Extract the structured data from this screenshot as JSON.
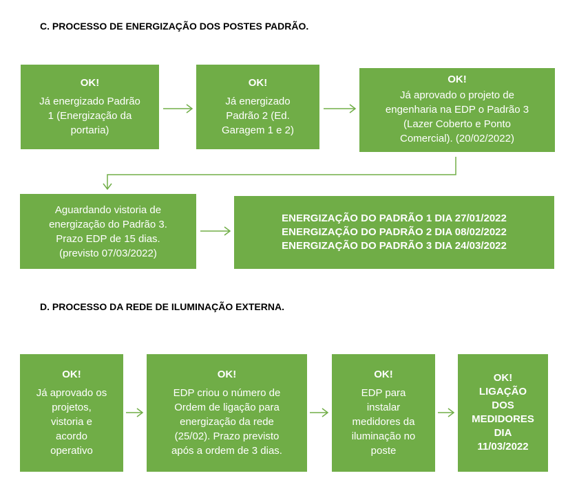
{
  "section_c": {
    "heading": "C.   PROCESSO DE ENERGIZAÇÃO DOS POSTES PADRÃO.",
    "box1": {
      "status": "OK!",
      "text": "Já energizado Padrão\n1 (Energização da\nportaria)"
    },
    "box2": {
      "status": "OK!",
      "text": "Já energizado\nPadrão 2 (Ed.\nGaragem 1 e 2)"
    },
    "box3": {
      "status": "OK!",
      "text": "Já aprovado o projeto de\nengenharia na EDP o Padrão 3\n(Lazer Coberto e Ponto\nComercial). (20/02/2022)"
    },
    "box4": {
      "text": "Aguardando vistoria de\nenergização do Padrão 3.\nPrazo EDP de 15 dias.\n(previsto 07/03/2022)"
    },
    "box5": {
      "text": "ENERGIZAÇÃO DO PADRÃO 1 DIA 27/01/2022\nENERGIZAÇÃO DO PADRÃO 2 DIA 08/02/2022\nENERGIZAÇÃO DO PADRÃO 3 DIA 24/03/2022"
    }
  },
  "section_d": {
    "heading": "D.   PROCESSO DA REDE DE ILUMINAÇÃO EXTERNA.",
    "box1": {
      "status": "OK!",
      "text": "Já aprovado os\nprojetos,\nvistoria e\nacordo\noperativo"
    },
    "box2": {
      "status": "OK!",
      "text": "EDP criou o número de\nOrdem de ligação para\nenergização da rede\n(25/02). Prazo previsto\napós a ordem de 3 dias."
    },
    "box3": {
      "status": "OK!",
      "text": "EDP para\ninstalar\nmedidores da\niluminação no\nposte"
    },
    "box4": {
      "status": "OK!",
      "text": "LIGAÇÃO\nDOS\nMEDIDORES\nDIA\n11/03/2022"
    }
  },
  "colors": {
    "box_fill": "#70ad47",
    "arrow": "#70ad47",
    "text_on_box": "#ffffff"
  }
}
